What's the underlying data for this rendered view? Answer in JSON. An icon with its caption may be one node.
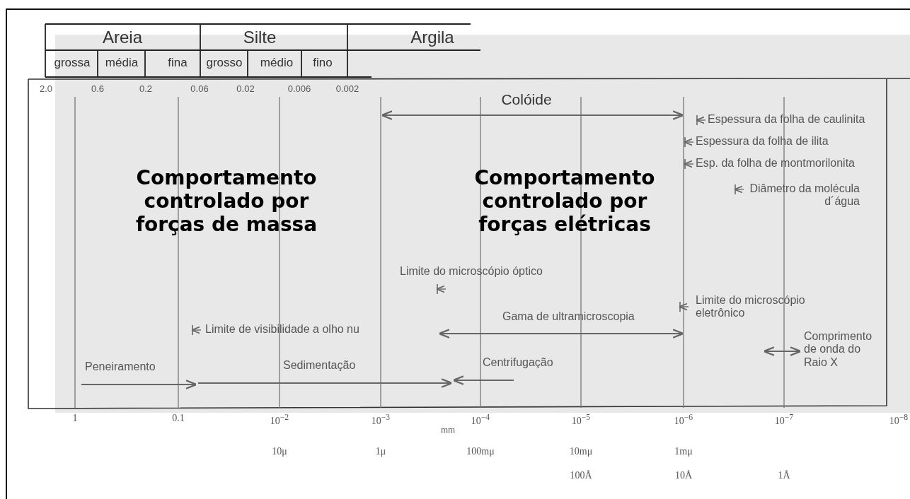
{
  "diagram": {
    "labels": [
      "Areia",
      "Silte",
      "Argila",
      "grossa",
      "média",
      "fina",
      "grosso",
      "médio",
      "fino",
      "2.0",
      "0.6",
      "0.2",
      "0.06",
      "0.02",
      "0.006",
      "0.002",
      "Colóide",
      "Espessura da folha de caulinita",
      "Espessura da folha de ilita",
      "Esp. da folha de montmorilonita",
      "Comportamento controlado por forças de massa",
      "Comportamento controlado por forças elétricas",
      "Diâmetro da molécula d´água",
      "Limite do microscópio óptico",
      "Limite do microscópio eletrônico",
      "Gama de ultramicroscopia",
      "Limite de visibilidade a olho nu",
      "Comprimento de onda do Raio X",
      "Peneiramento",
      "Sedimentação",
      "Centrifugação",
      "1",
      "0.1",
      "10$^{−2}$",
      "10$^{−3}$",
      "10$^{−4}$",
      "10$^{−5}$",
      "10$^{−6}$",
      "10$^{−7}$",
      "10$^{−8}$",
      "mm",
      "10μ",
      "1μ",
      "100mμ",
      "10mμ",
      "1mμ",
      "100Å",
      "10Å",
      "1Å"
    ]
  }
}
